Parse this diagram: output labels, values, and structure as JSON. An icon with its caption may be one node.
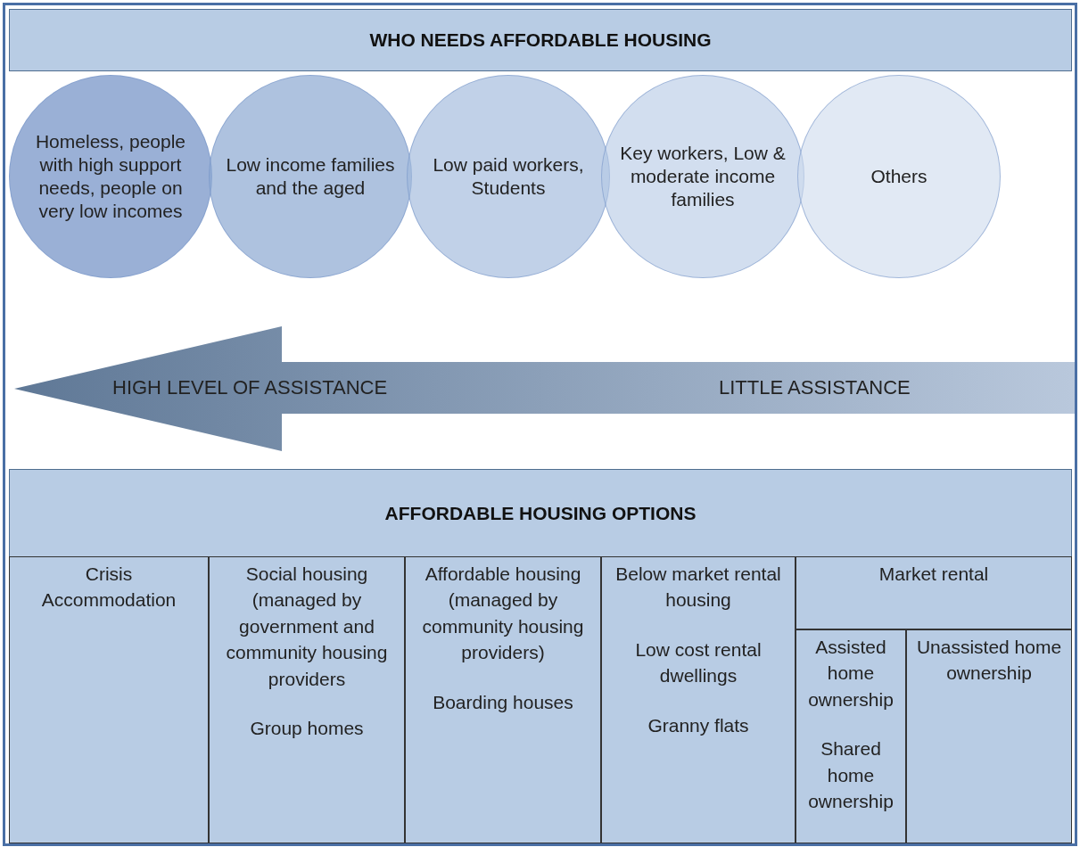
{
  "diagram": {
    "nodes": [
      {
        "text": [
          "WHO NEEDS AFFORDABLE HOUSING"
        ]
      },
      {
        "text": [
          "Homeless, people with high support needs, people on very low incomes"
        ]
      },
      {
        "text": [
          "Low income families and the aged"
        ]
      },
      {
        "text": [
          "Low paid workers, Students"
        ]
      },
      {
        "text": [
          "Key workers, Low & moderate income families"
        ]
      },
      {
        "text": [
          "Others"
        ]
      },
      {
        "text": [
          "AFFORDABLE HOUSING OPTIONS"
        ]
      },
      {
        "text": [
          "Crisis Accommodation"
        ]
      },
      {
        "text": [
          "Social housing (managed by government and community housing providers",
          "Group homes"
        ]
      },
      {
        "text": [
          "Affordable housing (managed by community housing providers)",
          "Boarding houses"
        ]
      },
      {
        "text": [
          "Below market rental housing",
          "Low cost rental dwellings",
          "Granny flats"
        ]
      },
      {
        "text": [
          "Market rental"
        ]
      },
      {
        "text": [
          "Assisted home ownership",
          "Shared home ownership"
        ]
      },
      {
        "text": [
          "Unassisted home ownership"
        ]
      }
    ],
    "labels": [
      "HIGH LEVEL OF ASSISTANCE",
      "LITTLE ASSISTANCE"
    ]
  }
}
